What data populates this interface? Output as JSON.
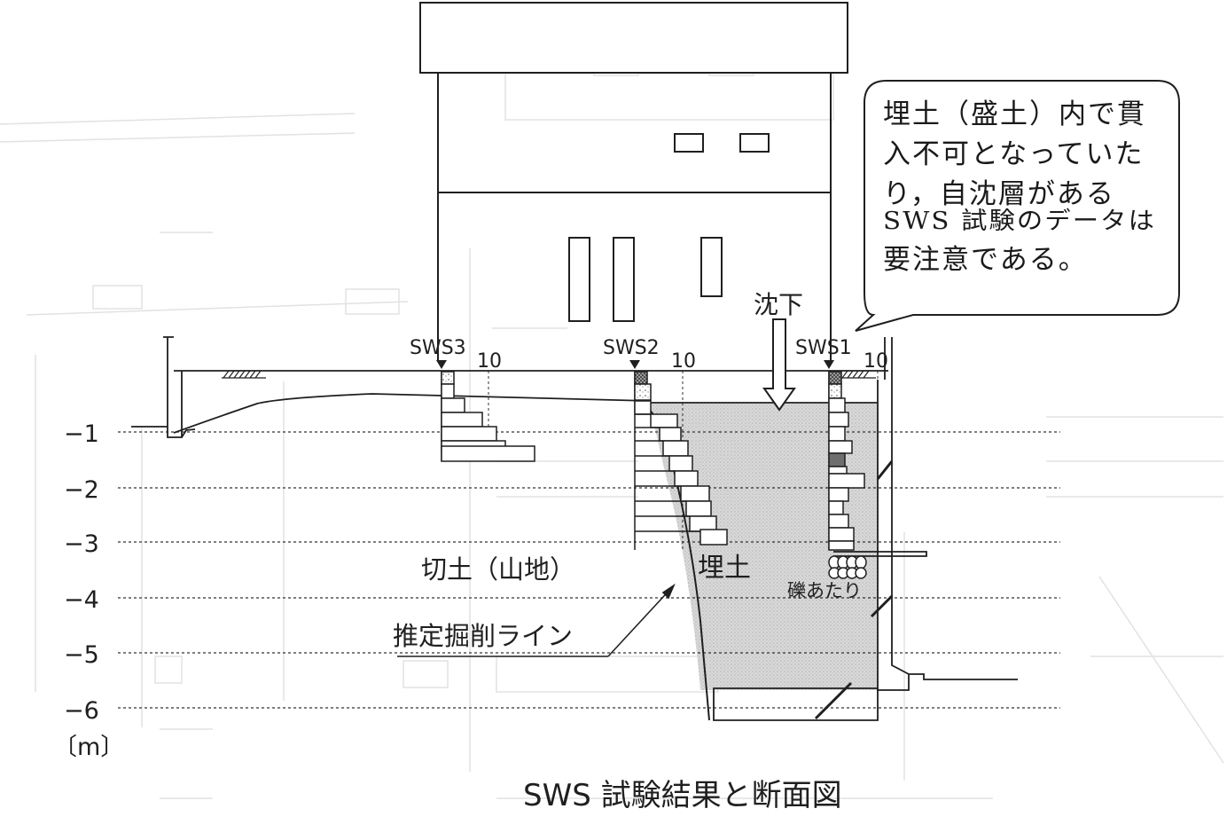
{
  "figure": {
    "caption": "SWS 試験結果と断面図",
    "callout": {
      "lines": [
        "埋土（盛土）内で貫",
        "入不可となっていた",
        "り，自沈層がある",
        "SWS 試験のデータは",
        "要注意である。"
      ]
    },
    "depth_axis": {
      "ticks": [
        "−1",
        "−2",
        "−3",
        "−4",
        "−5",
        "−6"
      ],
      "unit": "〔m〕"
    },
    "sws_points": [
      {
        "id": "SWS3",
        "scale_label": "10"
      },
      {
        "id": "SWS2",
        "scale_label": "10"
      },
      {
        "id": "SWS1",
        "scale_label": "10"
      }
    ],
    "labels": {
      "settlement": "沈下",
      "cut_soil": "切土（山地）",
      "fill_soil": "埋土",
      "gravel_hit": "礫あたり",
      "excavation_line": "推定掘削ライン"
    },
    "colors": {
      "line": "#1f1f1f",
      "fill_soil": "#d4d4d4",
      "dark_cell": "#6e6e6e",
      "ghost": "#e2e2e2"
    }
  }
}
